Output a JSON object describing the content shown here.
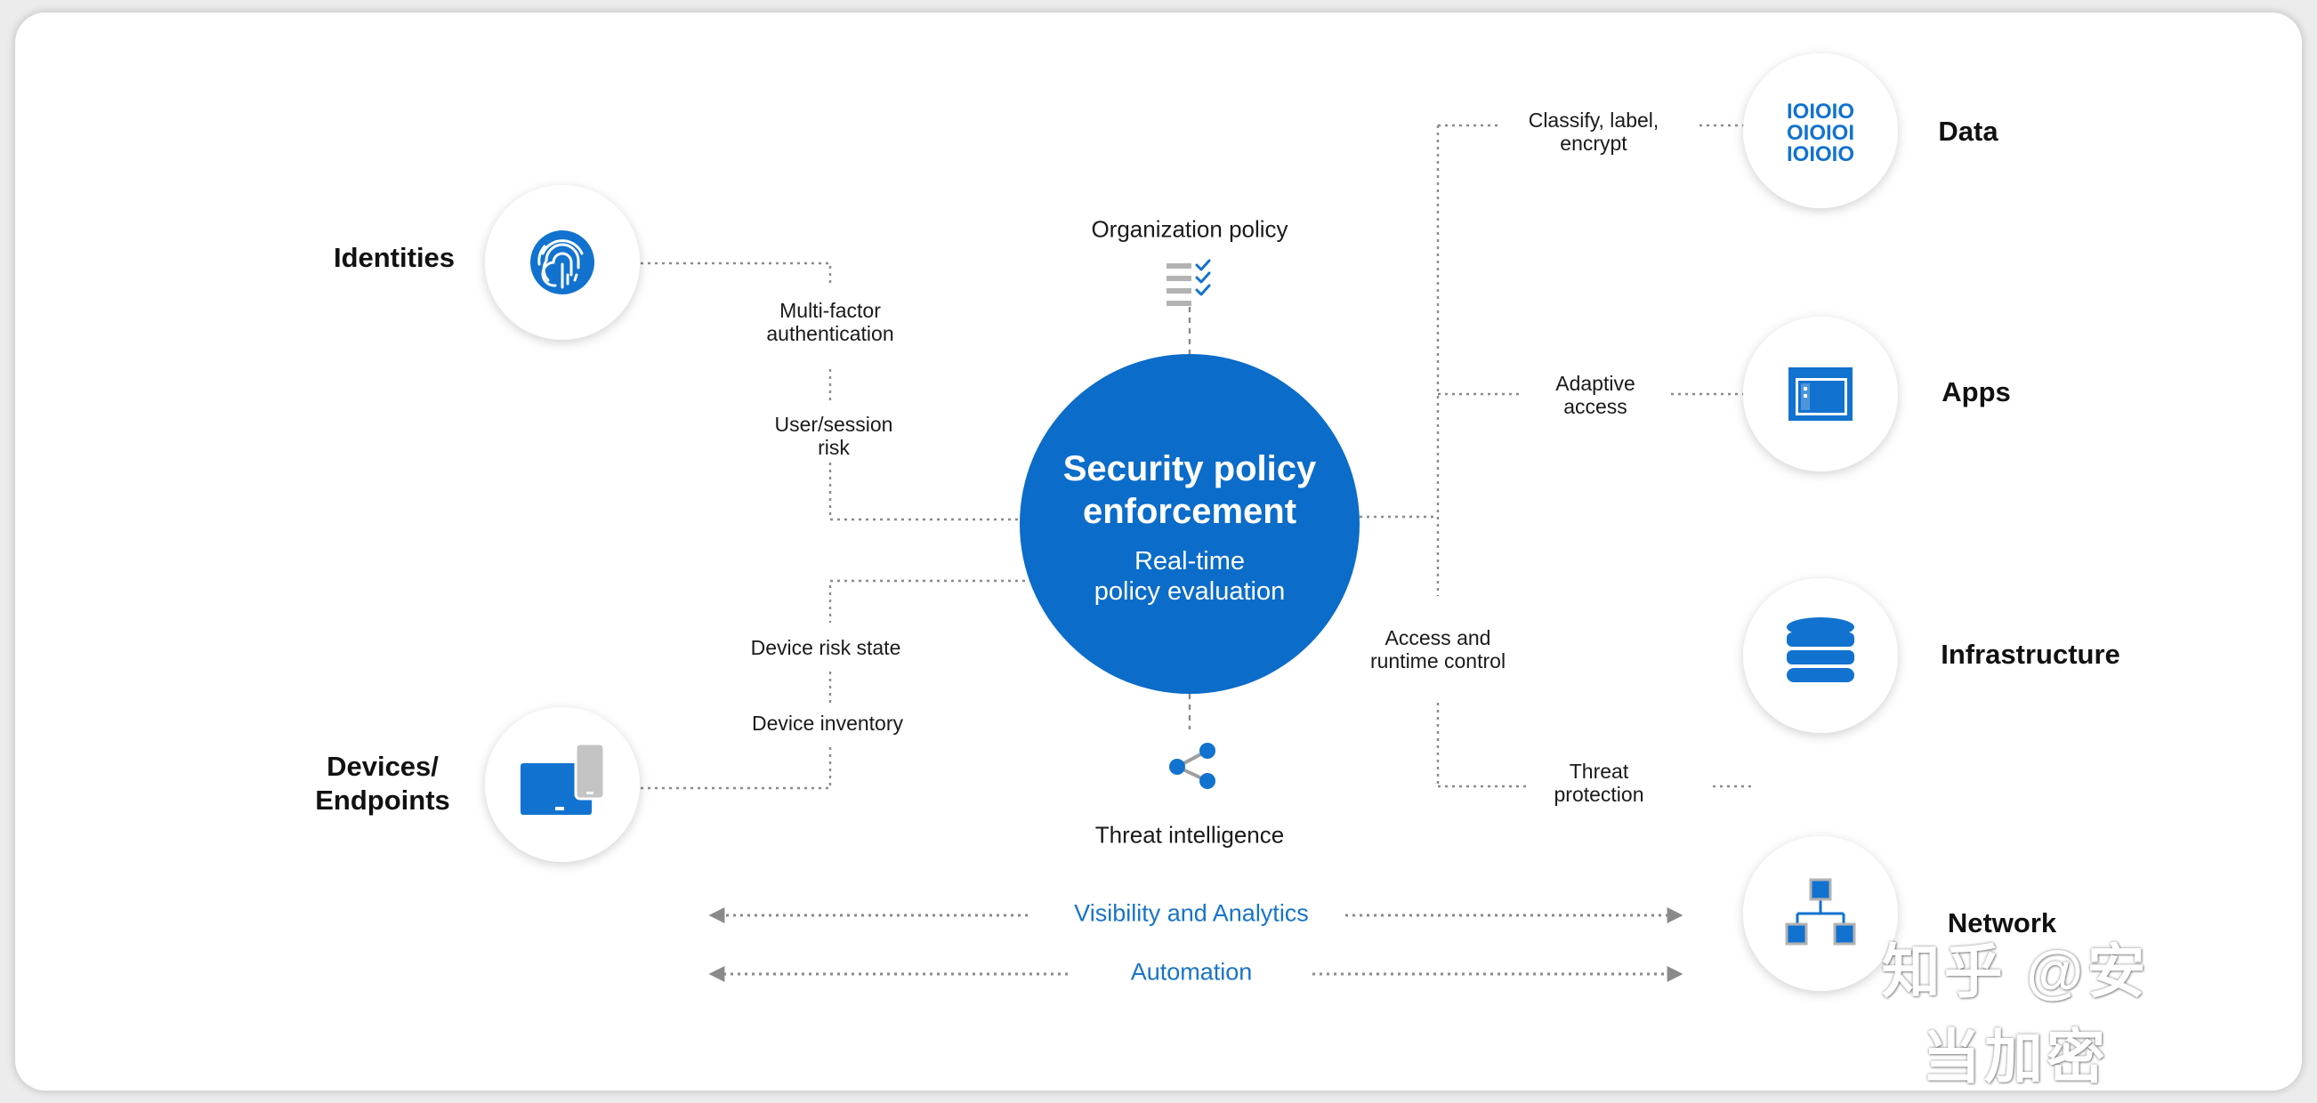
{
  "colors": {
    "accent_blue": "#0b6cc9",
    "icon_blue": "#1272cf",
    "analytics_text": "#1874c8",
    "dotted_line": "#8a8a8a",
    "icon_gray": "#b3b3b3"
  },
  "center": {
    "title": "Security policy\nenforcement",
    "subtitle": "Real-time\npolicy evaluation"
  },
  "sources": {
    "organization_policy": "Organization policy",
    "threat_intelligence": "Threat intelligence"
  },
  "left_nodes": {
    "identities": {
      "label": "Identities",
      "icon": "fingerprint-icon"
    },
    "devices": {
      "label": "Devices/\nEndpoints",
      "icon": "devices-icon"
    }
  },
  "right_nodes": {
    "data": {
      "label": "Data",
      "icon": "binary-icon"
    },
    "apps": {
      "label": "Apps",
      "icon": "app-window-icon"
    },
    "infrastructure": {
      "label": "Infrastructure",
      "icon": "database-icon"
    },
    "network": {
      "label": "Network",
      "icon": "network-icon"
    }
  },
  "connectors": {
    "mfa": "Multi-factor\nauthentication",
    "user_session_risk": "User/session\nrisk",
    "device_risk_state": "Device risk state",
    "device_inventory": "Device inventory",
    "classify": "Classify, label,\nencrypt",
    "adaptive_access": "Adaptive\naccess",
    "access_runtime": "Access and\nruntime control",
    "threat_protection": "Threat\nprotection"
  },
  "bars": {
    "visibility": "Visibility and Analytics",
    "automation": "Automation"
  },
  "watermark": "知乎 @安当加密"
}
